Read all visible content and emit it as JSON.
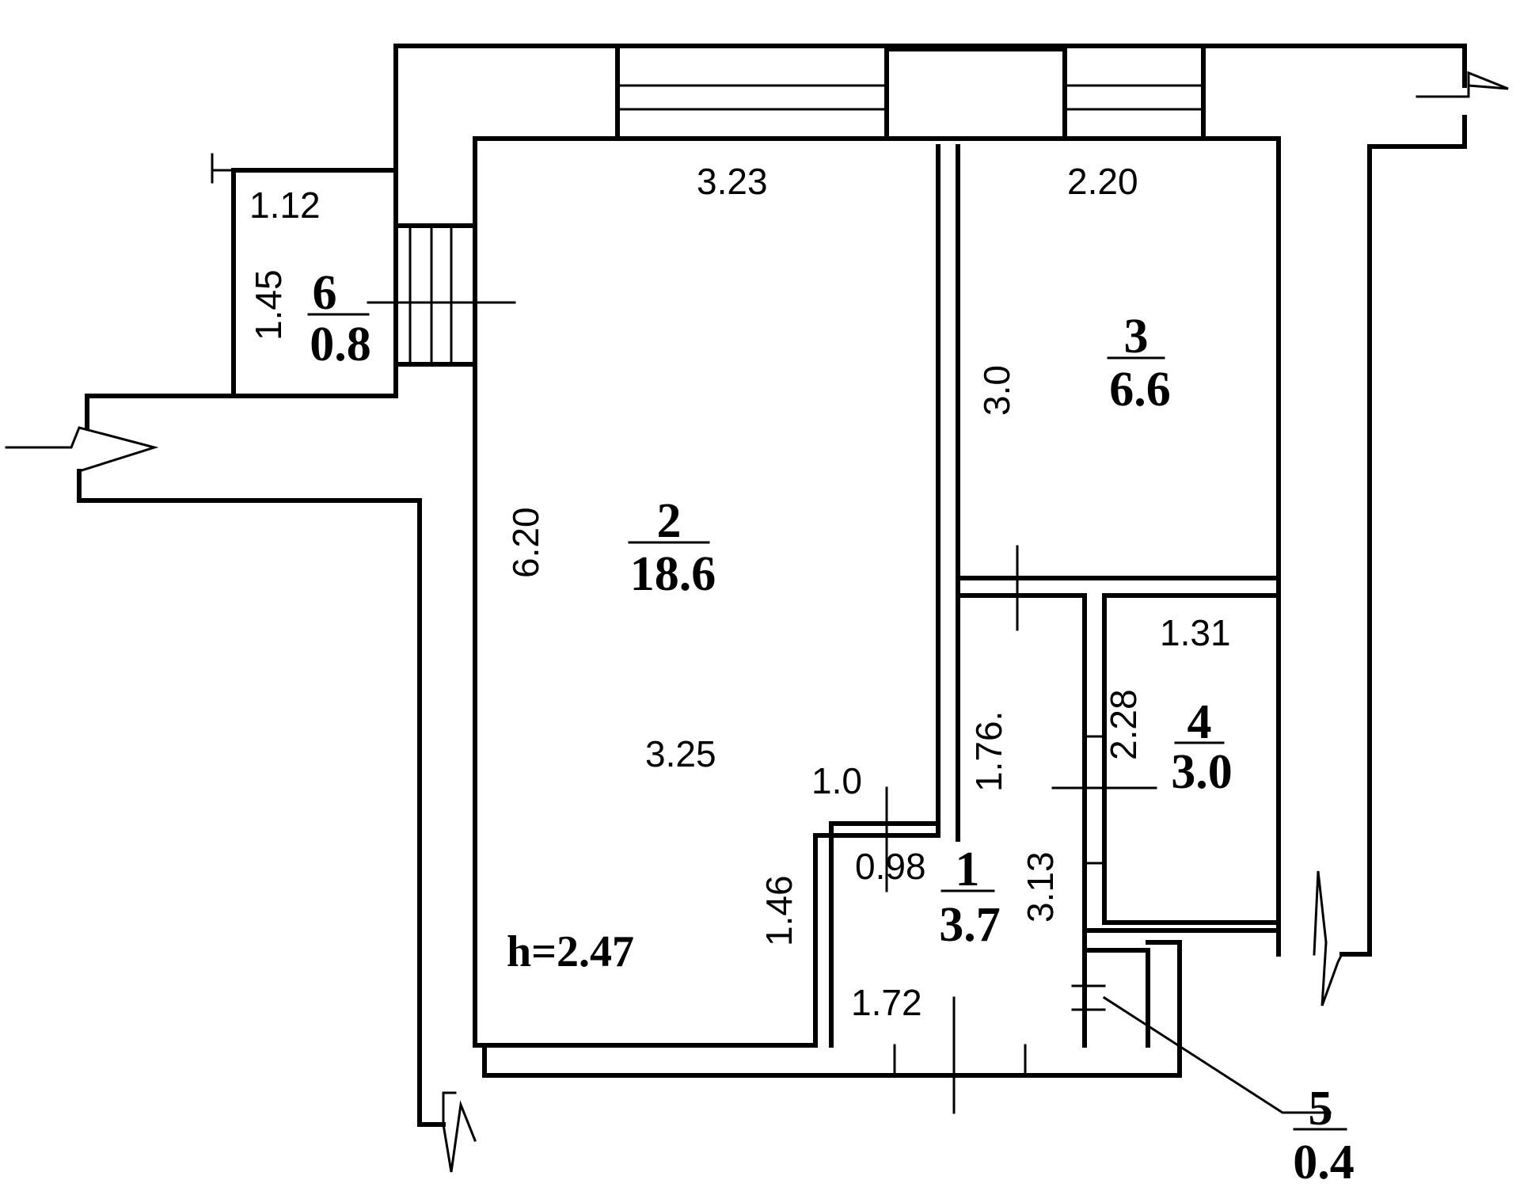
{
  "rooms": [
    {
      "number": "1",
      "area": "3.7"
    },
    {
      "number": "2",
      "area": "18.6"
    },
    {
      "number": "3",
      "area": "6.6"
    },
    {
      "number": "4",
      "area": "3.0"
    },
    {
      "number": "5",
      "area": "0.4"
    },
    {
      "number": "6",
      "area": "0.8"
    }
  ],
  "dimensions": {
    "room2_top": "3.23",
    "room2_left": "6.20",
    "room2_bottom": "3.25",
    "room3_top": "2.20",
    "room3_left": "3.0",
    "room4_top": "1.31",
    "room4_left": "2.28",
    "room1_a": "1.0",
    "room1_b": "0.98",
    "room1_c": "1.76.",
    "room1_d": "3.13",
    "room1_e": "1.46",
    "room1_f": "1.72",
    "balcony_top": "1.12",
    "balcony_left": "1.45"
  },
  "ceiling_height": "h=2.47"
}
